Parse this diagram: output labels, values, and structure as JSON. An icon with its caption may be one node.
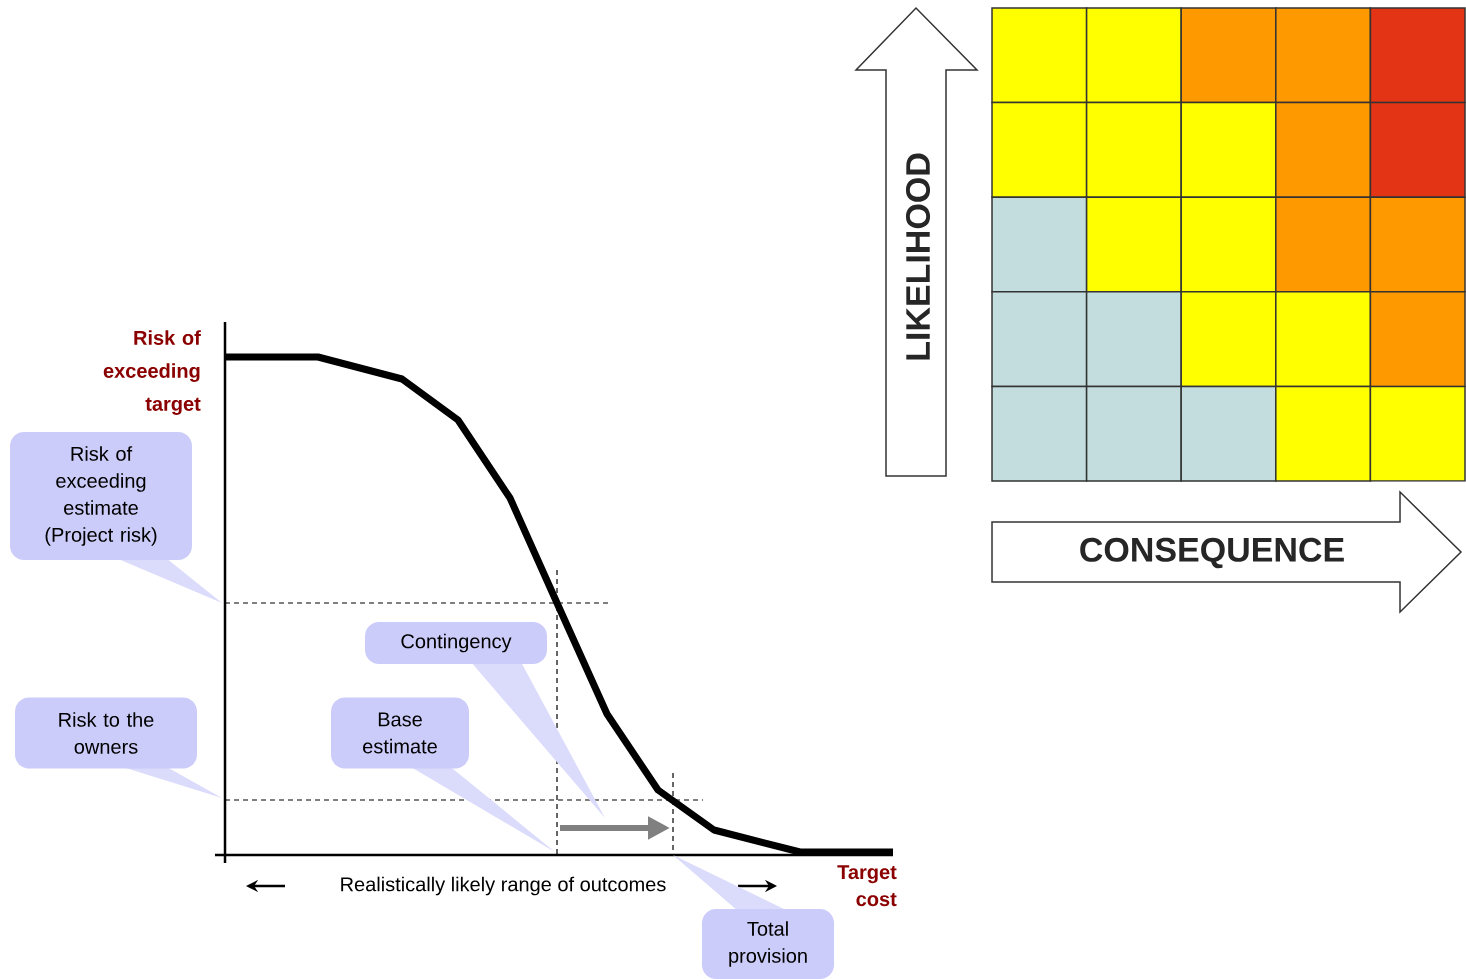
{
  "diagram": {
    "nodes": [
      {
        "text": [
          "Risk of exceeding estimate (Project risk)"
        ]
      },
      {
        "text": [
          "Contingency"
        ]
      },
      {
        "text": [
          "Risk to the owners"
        ]
      },
      {
        "text": [
          "Base estimate"
        ]
      },
      {
        "text": [
          "Total provision"
        ]
      },
      {
        "text": [
          "LIKELIHOOD"
        ]
      },
      {
        "text": [
          "CONSEQUENCE"
        ]
      }
    ],
    "labels": [
      "Risk of exceeding target",
      "Realistically likely range of outcomes",
      "Target cost"
    ]
  }
}
